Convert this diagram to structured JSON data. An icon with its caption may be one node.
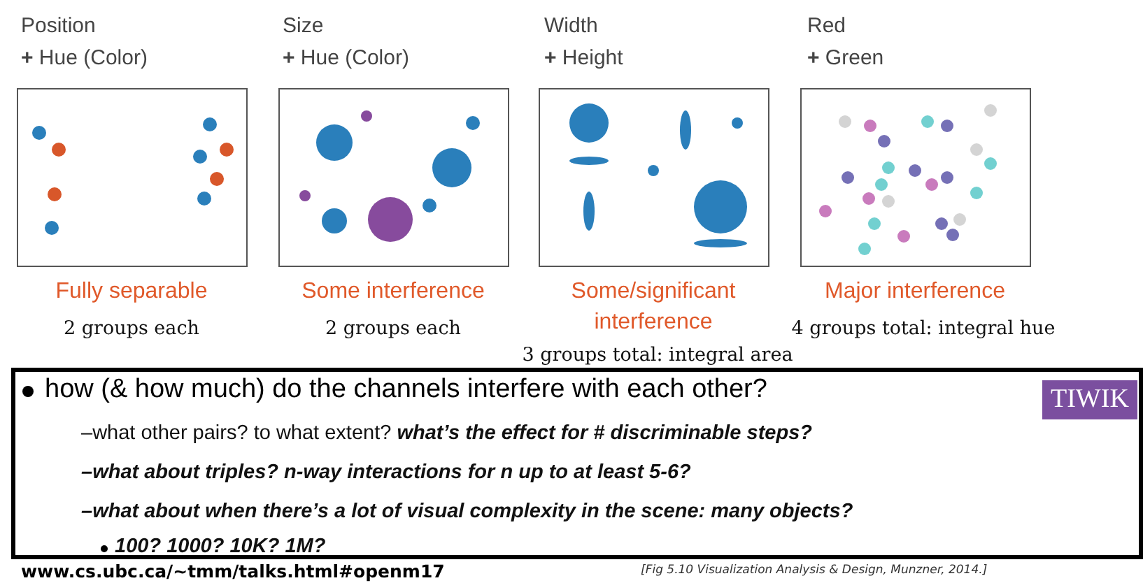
{
  "diagram": {
    "labels": [
      "Position",
      "**+** Hue (Color)",
      "Size",
      "**+** Hue (Color)",
      "Width",
      "**+** Height",
      "Red",
      "**+** Green",
      "Fully separable",
      "Some interference",
      "Some/significant interference",
      "Major interference",
      "2 groups each",
      "2 groups each",
      "4 groups total: integral hue",
      "3 groups total: integral area",
      "how (& how much) do the channels interfere with each other?",
      "–what other pairs? to what extent? *what’s the effect for # discriminable steps?*",
      "–what about triples? n-way interactions for n up to at least 5-6?",
      "–what about when there’s a lot of visual complexity in the scene: many objects?",
      "100? 1000? 10K? 1M?",
      "TIWIK",
      "www.cs.ubc.ca/~tmm/talks.html#openm17",
      "[Fig 5.10 Visualization Analysis & Design, Munzner, 2014.]"
    ]
  }
}
